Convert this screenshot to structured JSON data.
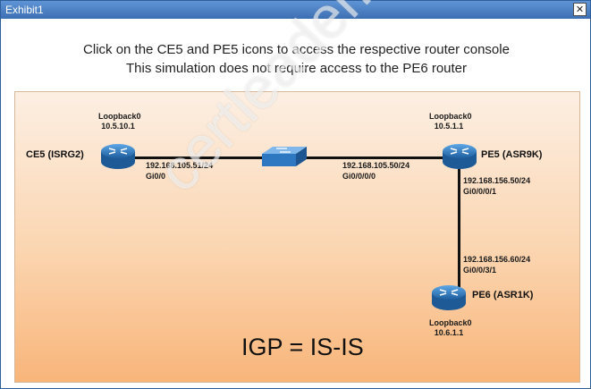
{
  "window": {
    "title": "Exhibit1",
    "close_glyph": "✕"
  },
  "instructions": {
    "line1": "Click on the CE5 and PE5 icons to access the respective router console",
    "line2": "This simulation does not require access to the PE6 router"
  },
  "devices": {
    "ce5": {
      "name": "CE5 (ISRG2)",
      "loopback_label": "Loopback0",
      "loopback_ip": "10.5.10.1",
      "icon": "router-icon"
    },
    "pe5": {
      "name": "PE5 (ASR9K)",
      "loopback_label": "Loopback0",
      "loopback_ip": "10.5.1.1",
      "icon": "router-icon"
    },
    "pe6": {
      "name": "PE6 (ASR1K)",
      "loopback_label": "Loopback0",
      "loopback_ip": "10.6.1.1",
      "icon": "router-icon"
    },
    "switch": {
      "icon": "switch-icon"
    }
  },
  "links": {
    "ce5_ip": "192.168.105.51/24",
    "ce5_if": "Gi0/0",
    "pe5_left_ip": "192.168.105.50/24",
    "pe5_left_if": "Gi0/0/0/0",
    "pe5_down_ip": "192.168.156.50/24",
    "pe5_down_if": "Gi0/0/0/1",
    "pe6_up_ip": "192.168.156.60/24",
    "pe6_up_if": "Gi0/0/3/1"
  },
  "igp_label": "IGP = IS-IS",
  "watermark": "certleader.com",
  "colors": {
    "router": "#2f7fc8",
    "titlebar": "#4a80c6"
  }
}
